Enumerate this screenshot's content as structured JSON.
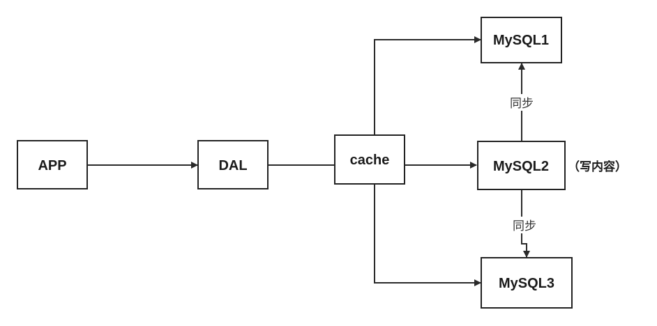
{
  "nodes": {
    "app": "APP",
    "dal": "DAL",
    "cache": "cache",
    "mysql1": "MySQL1",
    "mysql2": "MySQL2",
    "mysql3": "MySQL3"
  },
  "notes": {
    "mysql2_note": "（写内容）"
  },
  "edge_labels": {
    "sync_up": "同步",
    "sync_down": "同步"
  },
  "colors": {
    "stroke": "#222222",
    "text": "#1a1a1a"
  }
}
